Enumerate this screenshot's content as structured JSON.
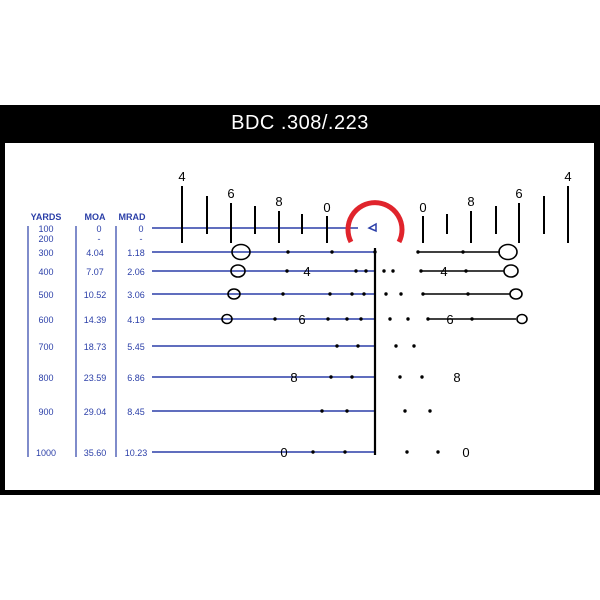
{
  "title": "BDC .308/.223",
  "colors": {
    "table": "#2b3fa8",
    "reticle": "#000000",
    "ring": "#e0242c",
    "frame": "#000000"
  },
  "table": {
    "headers": [
      "YARDS",
      "MOA",
      "MRAD"
    ],
    "rows": [
      {
        "yards": "100",
        "moa": "0",
        "mrad": "0"
      },
      {
        "yards": "200",
        "moa": "-",
        "mrad": "-"
      },
      {
        "yards": "300",
        "moa": "4.04",
        "mrad": "1.18"
      },
      {
        "yards": "400",
        "moa": "7.07",
        "mrad": "2.06"
      },
      {
        "yards": "500",
        "moa": "10.52",
        "mrad": "3.06"
      },
      {
        "yards": "600",
        "moa": "14.39",
        "mrad": "4.19"
      },
      {
        "yards": "700",
        "moa": "18.73",
        "mrad": "5.45"
      },
      {
        "yards": "800",
        "moa": "23.59",
        "mrad": "6.86"
      },
      {
        "yards": "900",
        "moa": "29.04",
        "mrad": "8.45"
      },
      {
        "yards": "1000",
        "moa": "35.60",
        "mrad": "10.23"
      }
    ]
  },
  "horizontal_scale": {
    "left": [
      "4",
      "6",
      "8",
      "0"
    ],
    "right": [
      "0",
      "8",
      "6",
      "4"
    ]
  },
  "holdover_labels": {
    "row400": {
      "left": "4",
      "right": "4"
    },
    "row600": {
      "left": "6",
      "right": "6"
    },
    "row800": {
      "left": "8",
      "right": "8"
    },
    "row1000": {
      "left": "0",
      "right": "0"
    }
  }
}
